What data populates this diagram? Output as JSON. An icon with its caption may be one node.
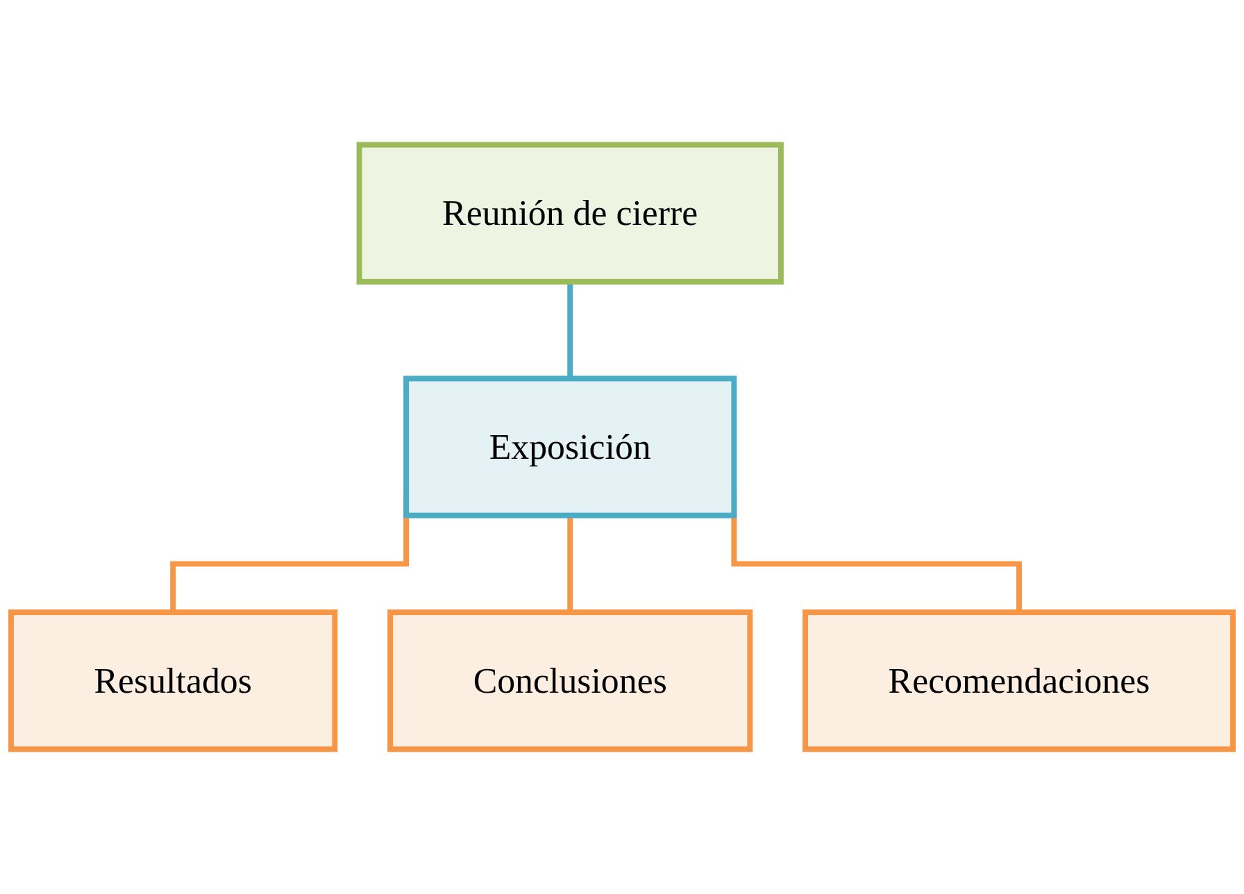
{
  "diagram": {
    "nodes": [
      {
        "text": [
          "Reunión de cierre"
        ]
      },
      {
        "text": [
          "Exposición"
        ]
      },
      {
        "text": [
          "Resultados"
        ]
      },
      {
        "text": [
          "Conclusiones"
        ]
      },
      {
        "text": [
          "Recomendaciones"
        ]
      }
    ],
    "edges": [
      {
        "from": 0,
        "to": 1,
        "arrow": "none",
        "color": "#4bacc6"
      },
      {
        "from": 1,
        "to": 2,
        "arrow": "none"
      },
      {
        "from": 1,
        "to": 3,
        "arrow": "none"
      },
      {
        "from": 1,
        "to": 4,
        "arrow": "none"
      }
    ]
  }
}
